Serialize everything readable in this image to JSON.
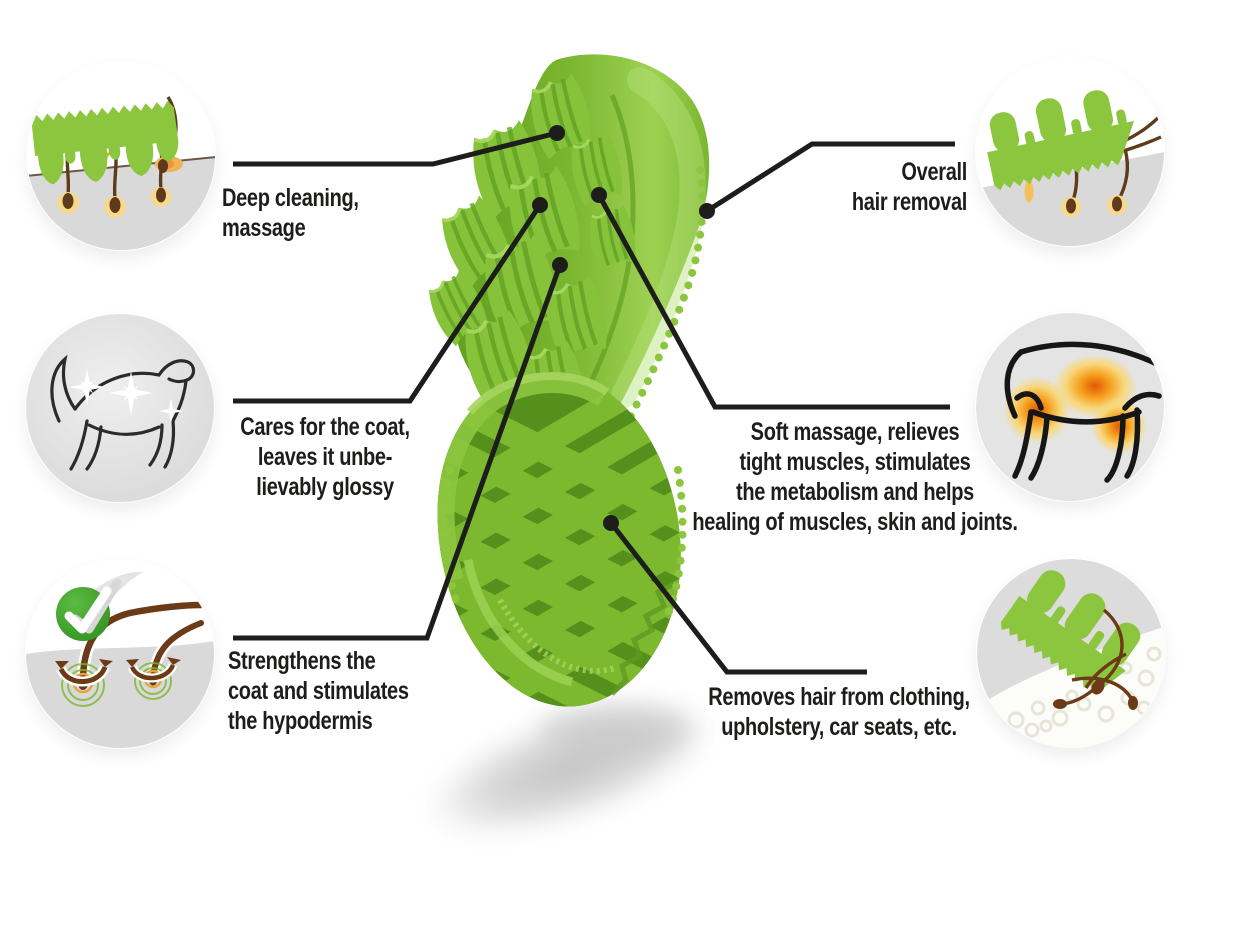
{
  "colors": {
    "brush_green": "#8cc63f",
    "brush_green_dark": "#5d9a22",
    "brush_green_light": "#a8d964",
    "leader_line_black": "#1d1d1b",
    "circle_gray": "#e0e0e0",
    "skin_gray": "#d9d9d9",
    "hair_brown": "#5f3a1b",
    "sebum_orange": "#eda33f",
    "check_green": "#3fa52e",
    "heat_spot_orange": "#e1580a"
  },
  "illustration": "green-rubber-grooming-brush",
  "callouts": [
    {
      "id": "deep-cleaning",
      "icon": "brush-deep-clean-icon",
      "lines": [
        "Deep cleaning,",
        "massage"
      ]
    },
    {
      "id": "coat-gloss",
      "icon": "shiny-cat-icon",
      "lines": [
        "Cares for the coat,",
        "leaves it unbe-",
        "lievably glossy"
      ]
    },
    {
      "id": "strengthen-coat",
      "icon": "hair-follicle-check-icon",
      "lines": [
        "Strengthens the",
        "coat and stimulates",
        "the hypodermis"
      ]
    },
    {
      "id": "hair-removal",
      "icon": "brush-hair-removal-icon",
      "lines": [
        "Overall",
        "hair removal"
      ]
    },
    {
      "id": "soft-massage",
      "icon": "cat-massage-heatmap-icon",
      "lines": [
        "Soft massage, relieves",
        "tight muscles, stimulates",
        "the metabolism and helps",
        "healing of muscles, skin and joints."
      ]
    },
    {
      "id": "removes-hair-surfaces",
      "icon": "brush-upholstery-icon",
      "lines": [
        "Removes hair from clothing,",
        "upholstery, car seats, etc."
      ]
    }
  ]
}
